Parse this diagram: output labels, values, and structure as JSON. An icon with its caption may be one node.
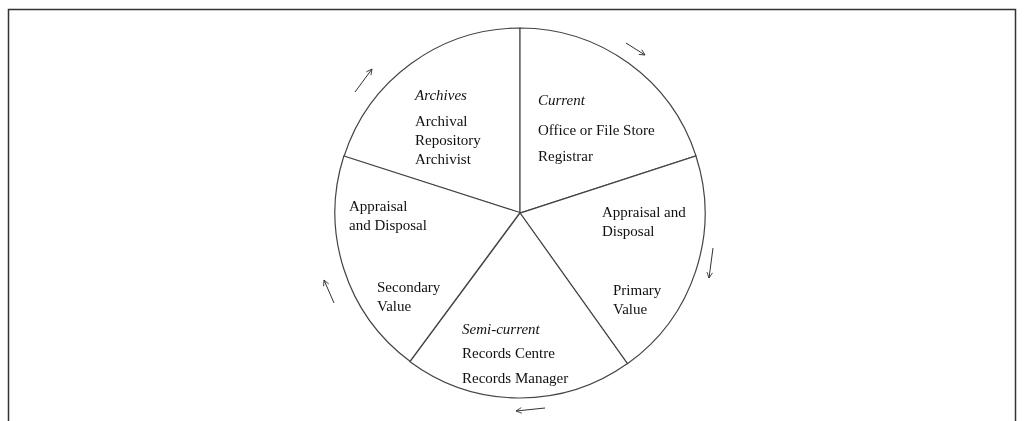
{
  "diagram": {
    "nodes": [
      {
        "text": [
          "Archives",
          "Archival Repository",
          "Archivist"
        ]
      },
      {
        "text": [
          "Current",
          "Office or File Store",
          "Registrar"
        ]
      },
      {
        "text": [
          "Appraisal and Disposal",
          "Primary Value"
        ]
      },
      {
        "text": [
          "Semi-current",
          "Records Centre",
          "Records Manager"
        ]
      },
      {
        "text": [
          "Appraisal and Disposal",
          "Secondary Value"
        ]
      }
    ],
    "edges": []
  }
}
